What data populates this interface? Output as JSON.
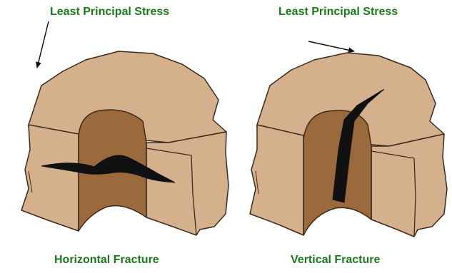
{
  "colors": {
    "label": "#1a7a1a",
    "rock": "#d4b08c",
    "rock_stroke": "#3b2a1a",
    "borehole": "#9b6a3c",
    "fracture": "#111111",
    "arrow": "#111111"
  },
  "left_panel": {
    "stress_label": "Least Principal Stress",
    "caption": "Horizontal Fracture"
  },
  "right_panel": {
    "stress_label": "Least Principal Stress",
    "caption": "Vertical Fracture"
  }
}
